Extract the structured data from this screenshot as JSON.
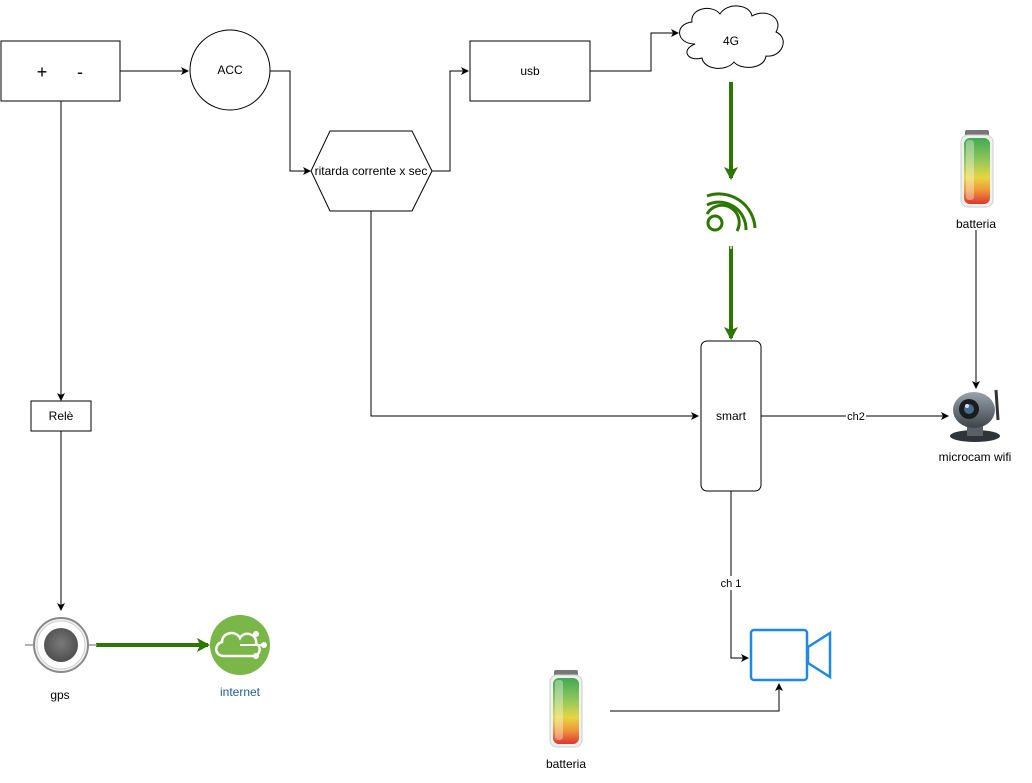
{
  "nodes": {
    "power": {
      "plus": "+",
      "minus": "-"
    },
    "acc": "ACC",
    "delay": "ritarda corrente  x sec",
    "usb": "usb",
    "cloud4g": "4G",
    "wifi": "wifi",
    "smart": "smart",
    "rele": "Relè",
    "gps": "gps",
    "internet": "internet",
    "battery_top": "batteria",
    "microcam": "microcam wifi",
    "battery_bottom": "batteria"
  },
  "edges": {
    "ch2": "ch2",
    "ch1": "ch 1"
  },
  "colors": {
    "green_edge": "#2d7600",
    "internet_fill": "#7ab648",
    "camera_stroke": "#1e88e5",
    "internet_label": "#1f5d8e"
  },
  "icons": [
    "wifi-icon",
    "battery-icon",
    "ip-camera-icon",
    "video-camera-icon",
    "gps-icon",
    "internet-cloud-icon"
  ]
}
